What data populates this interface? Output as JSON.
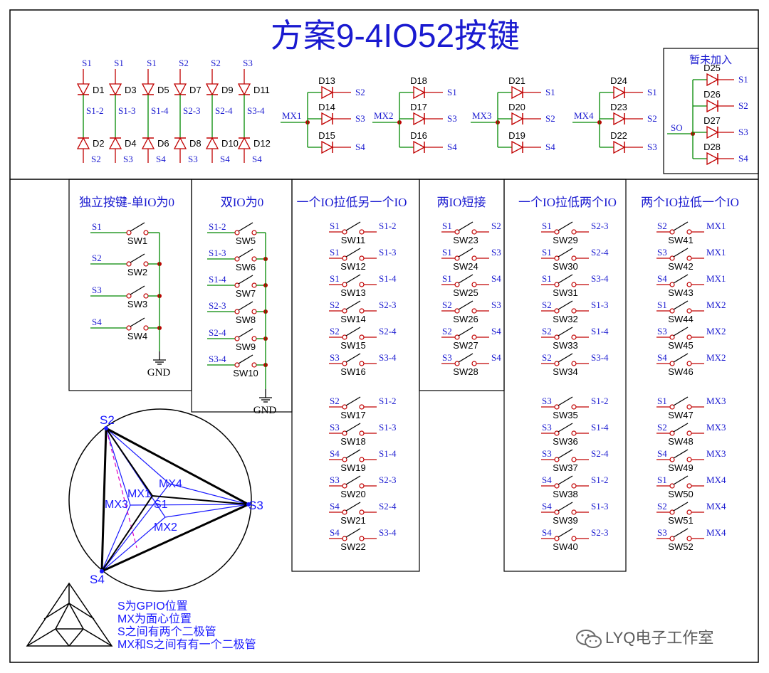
{
  "title": "方案9-4IO52按键",
  "top_diodes": {
    "columns": [
      {
        "top": "S1",
        "d_top": "D1",
        "mid": "S1-2",
        "d_bot": "D2",
        "bot": "S2"
      },
      {
        "top": "S1",
        "d_top": "D3",
        "mid": "S1-3",
        "d_bot": "D4",
        "bot": "S3"
      },
      {
        "top": "S1",
        "d_top": "D5",
        "mid": "S1-4",
        "d_bot": "D6",
        "bot": "S4"
      },
      {
        "top": "S2",
        "d_top": "D7",
        "mid": "S2-3",
        "d_bot": "D8",
        "bot": "S3"
      },
      {
        "top": "S2",
        "d_top": "D9",
        "mid": "S2-4",
        "d_bot": "D10",
        "bot": "S4"
      },
      {
        "top": "S3",
        "d_top": "D11",
        "mid": "S3-4",
        "d_bot": "D12",
        "bot": "S4"
      }
    ],
    "mx_groups": [
      {
        "net": "MX1",
        "diodes": [
          {
            "d": "D13",
            "to": "S2"
          },
          {
            "d": "D14",
            "to": "S3"
          },
          {
            "d": "D15",
            "to": "S4"
          }
        ]
      },
      {
        "net": "MX2",
        "diodes": [
          {
            "d": "D18",
            "to": "S1"
          },
          {
            "d": "D17",
            "to": "S3"
          },
          {
            "d": "D16",
            "to": "S4"
          }
        ]
      },
      {
        "net": "MX3",
        "diodes": [
          {
            "d": "D21",
            "to": "S1"
          },
          {
            "d": "D20",
            "to": "S2"
          },
          {
            "d": "D19",
            "to": "S4"
          }
        ]
      },
      {
        "net": "MX4",
        "diodes": [
          {
            "d": "D24",
            "to": "S1"
          },
          {
            "d": "D23",
            "to": "S2"
          },
          {
            "d": "D22",
            "to": "S3"
          }
        ]
      }
    ],
    "not_added": {
      "title": "暂未加入",
      "net": "SO",
      "diodes": [
        {
          "d": "D25",
          "to": "S1"
        },
        {
          "d": "D26",
          "to": "S2"
        },
        {
          "d": "D27",
          "to": "S3"
        },
        {
          "d": "D28",
          "to": "S4"
        }
      ]
    }
  },
  "sections": [
    {
      "title": "独立按键-单IO为0",
      "gnd": "GND",
      "switches": [
        {
          "l": "S1",
          "sw": "SW1"
        },
        {
          "l": "S2",
          "sw": "SW2"
        },
        {
          "l": "S3",
          "sw": "SW3"
        },
        {
          "l": "S4",
          "sw": "SW4"
        }
      ]
    },
    {
      "title": "双IO为0",
      "gnd": "GND",
      "switches": [
        {
          "l": "S1-2",
          "sw": "SW5"
        },
        {
          "l": "S1-3",
          "sw": "SW6"
        },
        {
          "l": "S1-4",
          "sw": "SW7"
        },
        {
          "l": "S2-3",
          "sw": "SW8"
        },
        {
          "l": "S2-4",
          "sw": "SW9"
        },
        {
          "l": "S3-4",
          "sw": "SW10"
        }
      ]
    },
    {
      "title": "一个IO拉低另一个IO",
      "switches": [
        {
          "l": "S1",
          "r": "S1-2",
          "sw": "SW11"
        },
        {
          "l": "S1",
          "r": "S1-3",
          "sw": "SW12"
        },
        {
          "l": "S1",
          "r": "S1-4",
          "sw": "SW13"
        },
        {
          "l": "S2",
          "r": "S2-3",
          "sw": "SW14"
        },
        {
          "l": "S2",
          "r": "S2-4",
          "sw": "SW15"
        },
        {
          "l": "S3",
          "r": "S3-4",
          "sw": "SW16"
        },
        {
          "l": "S2",
          "r": "S1-2",
          "sw": "SW17"
        },
        {
          "l": "S3",
          "r": "S1-3",
          "sw": "SW18"
        },
        {
          "l": "S4",
          "r": "S1-4",
          "sw": "SW19"
        },
        {
          "l": "S3",
          "r": "S2-3",
          "sw": "SW20"
        },
        {
          "l": "S4",
          "r": "S2-4",
          "sw": "SW21"
        },
        {
          "l": "S4",
          "r": "S3-4",
          "sw": "SW22"
        }
      ]
    },
    {
      "title": "两IO短接",
      "switches": [
        {
          "l": "S1",
          "r": "S2",
          "sw": "SW23"
        },
        {
          "l": "S1",
          "r": "S3",
          "sw": "SW24"
        },
        {
          "l": "S1",
          "r": "S4",
          "sw": "SW25"
        },
        {
          "l": "S2",
          "r": "S3",
          "sw": "SW26"
        },
        {
          "l": "S2",
          "r": "S4",
          "sw": "SW27"
        },
        {
          "l": "S3",
          "r": "S4",
          "sw": "SW28"
        }
      ]
    },
    {
      "title": "一个IO拉低两个IO",
      "switches": [
        {
          "l": "S1",
          "r": "S2-3",
          "sw": "SW29"
        },
        {
          "l": "S1",
          "r": "S2-4",
          "sw": "SW30"
        },
        {
          "l": "S1",
          "r": "S3-4",
          "sw": "SW31"
        },
        {
          "l": "S2",
          "r": "S1-3",
          "sw": "SW32"
        },
        {
          "l": "S2",
          "r": "S1-4",
          "sw": "SW33"
        },
        {
          "l": "S2",
          "r": "S3-4",
          "sw": "SW34"
        },
        {
          "l": "S3",
          "r": "S1-2",
          "sw": "SW35"
        },
        {
          "l": "S3",
          "r": "S1-4",
          "sw": "SW36"
        },
        {
          "l": "S3",
          "r": "S2-4",
          "sw": "SW37"
        },
        {
          "l": "S4",
          "r": "S1-2",
          "sw": "SW38"
        },
        {
          "l": "S4",
          "r": "S1-3",
          "sw": "SW39"
        },
        {
          "l": "S4",
          "r": "S2-3",
          "sw": "SW40"
        }
      ]
    },
    {
      "title": "两个IO拉低一个IO",
      "switches": [
        {
          "l": "S2",
          "r": "MX1",
          "sw": "SW41"
        },
        {
          "l": "S3",
          "r": "MX1",
          "sw": "SW42"
        },
        {
          "l": "S4",
          "r": "MX1",
          "sw": "SW43"
        },
        {
          "l": "S1",
          "r": "MX2",
          "sw": "SW44"
        },
        {
          "l": "S3",
          "r": "MX2",
          "sw": "SW45"
        },
        {
          "l": "S4",
          "r": "MX2",
          "sw": "SW46"
        },
        {
          "l": "S1",
          "r": "MX3",
          "sw": "SW47"
        },
        {
          "l": "S2",
          "r": "MX3",
          "sw": "SW48"
        },
        {
          "l": "S4",
          "r": "MX3",
          "sw": "SW49"
        },
        {
          "l": "S1",
          "r": "MX4",
          "sw": "SW50"
        },
        {
          "l": "S2",
          "r": "MX4",
          "sw": "SW51"
        },
        {
          "l": "S3",
          "r": "MX4",
          "sw": "SW52"
        }
      ]
    }
  ],
  "tetra": {
    "s1": "S1",
    "s2": "S2",
    "s3": "S3",
    "s4": "S4",
    "mx1": "MX1",
    "mx2": "MX2",
    "mx3": "MX3",
    "mx4": "MX4"
  },
  "legend": [
    "S为GPIO位置",
    "MX为面心位置",
    "S之间有两个二极管",
    "MX和S之间有有一个二极管"
  ],
  "watermark": "LYQ电子工作室"
}
